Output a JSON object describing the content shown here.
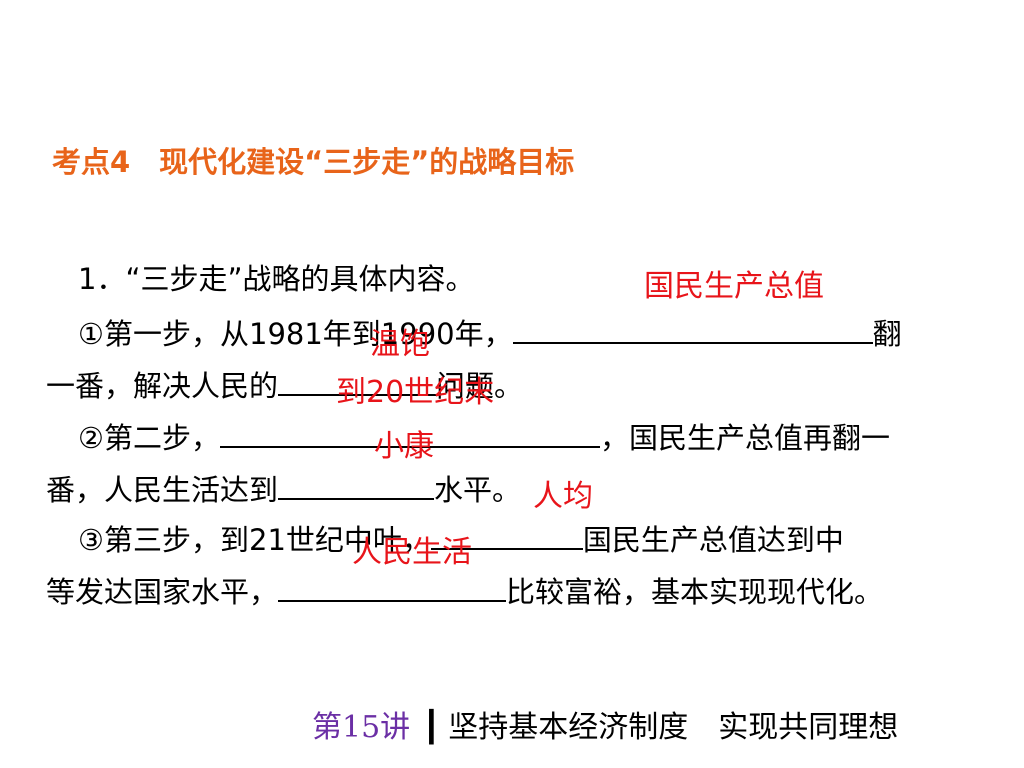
{
  "colors": {
    "title": "#e8641a",
    "answer": "#e8141a",
    "footer_lecture": "#6b2fa5",
    "text": "#000000"
  },
  "title": "考点4　现代化建设“三步走”的战略目标",
  "lines": {
    "l1": "1．“三步走”战略的具体内容。",
    "l2a": "①第一步，从1981年到1990年，",
    "l2b": "翻",
    "l3a": "一番，解决人民的",
    "l3b": "问题。",
    "l4a": "②第二步，",
    "l4b": "，国民生产总值再翻一",
    "l5a": "番，人民生活达到",
    "l5b": "水平。",
    "l6a": "③第三步，到21世纪中叶，",
    "l6b": "国民生产总值达到中",
    "l7a": "等发达国家水平，",
    "l7b": "比较富裕，基本实现现代化。"
  },
  "answers": {
    "a1": "国民生产总值",
    "a2": "温饱",
    "a3": "到20世纪末",
    "a4": "小康",
    "a5": "人均",
    "a6": "人民生活"
  },
  "footer": {
    "lecture": "第15讲",
    "separator": "┃",
    "course": "坚持基本经济制度　实现共同理想"
  }
}
